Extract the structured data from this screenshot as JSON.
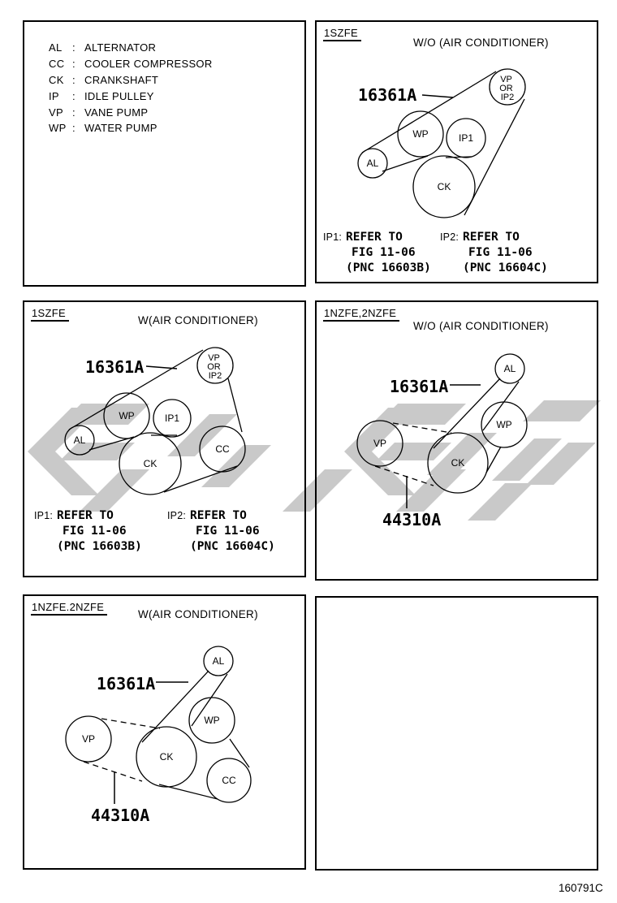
{
  "page": {
    "footer_code": "160791C",
    "colors": {
      "line": "#000000",
      "background": "#ffffff",
      "watermark": "#c9c9c9"
    }
  },
  "legend": {
    "separator": ":",
    "entries": [
      {
        "abbr": "AL",
        "name": "ALTERNATOR"
      },
      {
        "abbr": "CC",
        "name": "COOLER COMPRESSOR"
      },
      {
        "abbr": "CK",
        "name": "CRANKSHAFT"
      },
      {
        "abbr": "IP",
        "name": "IDLE PULLEY"
      },
      {
        "abbr": "VP",
        "name": "VANE PUMP"
      },
      {
        "abbr": "WP",
        "name": "WATER PUMP"
      }
    ]
  },
  "panels": {
    "szfe_wo_ac": {
      "engine": "1SZFE",
      "variant": "W/O (AIR CONDITIONER)",
      "belt_part": "16361A",
      "pulleys": {
        "vp_or_ip2": [
          "VP",
          "OR",
          "IP2"
        ],
        "wp": "WP",
        "ip1": "IP1",
        "al": "AL",
        "ck": "CK"
      }
    },
    "szfe_ac": {
      "engine": "1SZFE",
      "variant": "W(AIR CONDITIONER)",
      "belt_part": "16361A",
      "pulleys": {
        "vp_or_ip2": [
          "VP",
          "OR",
          "IP2"
        ],
        "wp": "WP",
        "ip1": "IP1",
        "al": "AL",
        "ck": "CK",
        "cc": "CC"
      }
    },
    "nzfe_wo_ac": {
      "engine": "1NZFE,2NZFE",
      "variant": "W/O (AIR CONDITIONER)",
      "belt_part": "16361A",
      "pump_belt_part": "44310A",
      "pulleys": {
        "al": "AL",
        "wp": "WP",
        "vp": "VP",
        "ck": "CK"
      }
    },
    "nzfe_ac": {
      "engine": "1NZFE.2NZFE",
      "variant": "W(AIR CONDITIONER)",
      "belt_part": "16361A",
      "pump_belt_part": "44310A",
      "pulleys": {
        "al": "AL",
        "wp": "WP",
        "vp": "VP",
        "ck": "CK",
        "cc": "CC"
      }
    }
  },
  "notes": {
    "ip1_prefix": "IP1:",
    "ip2_prefix": "IP2:",
    "refer_to": "REFER TO",
    "fig": "FIG 11-06",
    "pnc_ip1": "(PNC 16603B)",
    "pnc_ip2": "(PNC 16604C)"
  }
}
